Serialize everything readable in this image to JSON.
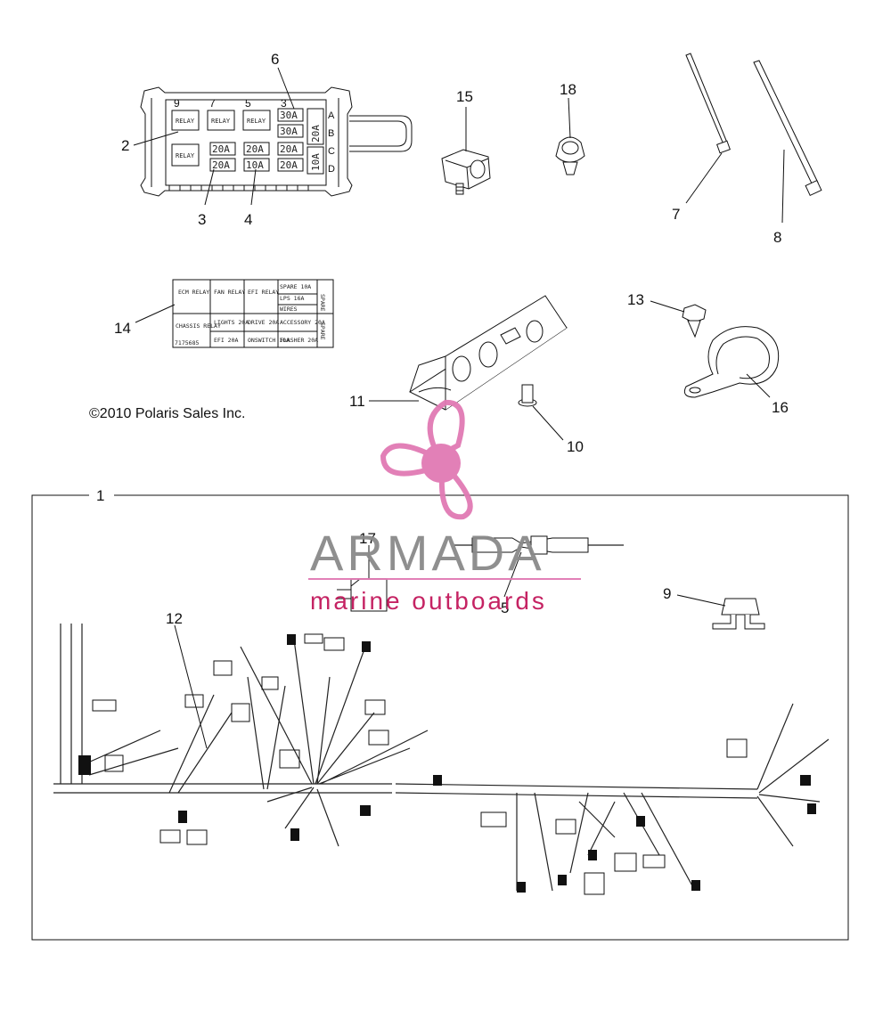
{
  "copyright": "©2010 Polaris Sales Inc.",
  "callouts": {
    "c1": "1",
    "c2": "2",
    "c3": "3",
    "c4": "4",
    "c5": "5",
    "c6": "6",
    "c7": "7",
    "c8": "8",
    "c9": "9",
    "c10": "10",
    "c11": "11",
    "c12": "12",
    "c13": "13",
    "c14": "14",
    "c15": "15",
    "c16": "16",
    "c17": "17",
    "c18": "18"
  },
  "fuse_box": {
    "cavities_top": [
      "9",
      "7",
      "5",
      "3"
    ],
    "rows": [
      "A",
      "B",
      "C",
      "D"
    ],
    "relay_label": "RELAY",
    "fuses": [
      "30A",
      "30A",
      "20A",
      "20A",
      "20A",
      "20A",
      "10A",
      "20A",
      "20A",
      "10A"
    ]
  },
  "decal": {
    "cells": [
      "ECM RELAY",
      "FAN RELAY",
      "EFI RELAY",
      "SPARE 10A",
      "LPS 16A",
      "WIRES",
      "CHASSIS RELAY",
      "LIGHTS 20A",
      "DRIVE 20A",
      "ACCESSORY 20A",
      "EFI 20A",
      "ONSWITCH 10A",
      "FLASHER 20A",
      "SPARE",
      "SPARE"
    ],
    "part_no": "7175685"
  },
  "watermark": {
    "brand": "ARMADA",
    "tagline": "marine outboards",
    "colors": {
      "logo": "#e17ab4",
      "text": "#8a8a8a",
      "tagline": "#c2185b"
    }
  }
}
